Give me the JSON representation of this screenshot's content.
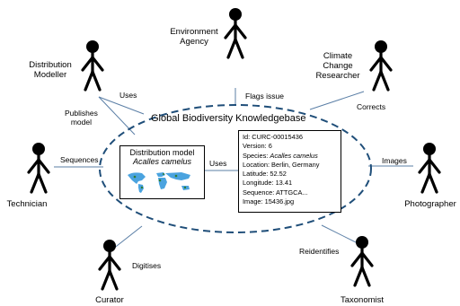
{
  "center": {
    "title": "Global Biodiversity Knowledgebase",
    "model_box": {
      "heading": "Distribution model",
      "species": "Acalles camelus"
    },
    "record": {
      "id": "Id: CURC-00015436",
      "version": "Version: 6",
      "species_prefix": "Species: ",
      "species_name": "Acalles camelus",
      "location": "Location: Berlin, Germany",
      "latitude": "Latitude: 52.52",
      "longitude": "Longitude: 13.41",
      "sequence": "Sequence: ATTGCA...",
      "image": "Image: 15436.jpg"
    },
    "uses_link": "Uses"
  },
  "actors": {
    "environment_agency": "Environment\nAgency",
    "distribution_modeller": "Distribution\nModeller",
    "climate_researcher": "Climate\nChange\nResearcher",
    "technician": "Technician",
    "photographer": "Photographer",
    "curator": "Curator",
    "taxonomist": "Taxonomist"
  },
  "edges": {
    "flags_issue": "Flags issue",
    "uses": "Uses",
    "publishes_model": "Publishes\nmodel",
    "corrects": "Corrects",
    "sequences": "Sequences",
    "images": "Images",
    "digitises": "Digitises",
    "reidentifies": "Reidentifies"
  },
  "colors": {
    "ellipse": "#1f4e79",
    "lines": "#5b7fa6",
    "ocean": "#ffffff",
    "land": "#4aa3df"
  }
}
